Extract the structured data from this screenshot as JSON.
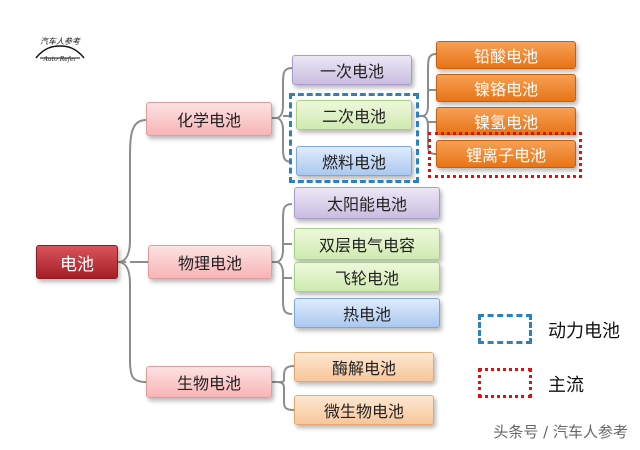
{
  "logo": {
    "title": "汽车人参考",
    "subtitle": "Auto Refer"
  },
  "root": {
    "label": "电池"
  },
  "categories": {
    "chemical": {
      "label": "化学电池"
    },
    "physical": {
      "label": "物理电池"
    },
    "biological": {
      "label": "生物电池"
    }
  },
  "chemical_items": {
    "primary": "一次电池",
    "secondary": "二次电池",
    "fuel": "燃料电池"
  },
  "secondary_items": {
    "lead_acid": "铅酸电池",
    "ni_cd": "镍铬电池",
    "ni_mh": "镍氢电池",
    "li_ion": "锂离子电池"
  },
  "physical_items": {
    "solar": "太阳能电池",
    "supercap": "双层电气电容",
    "flywheel": "飞轮电池",
    "thermal": "热电池"
  },
  "biological_items": {
    "enzyme": "酶解电池",
    "microbial": "微生物电池"
  },
  "legend": {
    "power": "动力电池",
    "mainstream": "主流"
  },
  "watermark": "头条号 / 汽车人参考",
  "colors": {
    "root": "#b3242b",
    "dash_blue": "#2a82c2",
    "dot_red": "#e01010",
    "orange": "#e77416",
    "connector": "#8c8c8c"
  }
}
